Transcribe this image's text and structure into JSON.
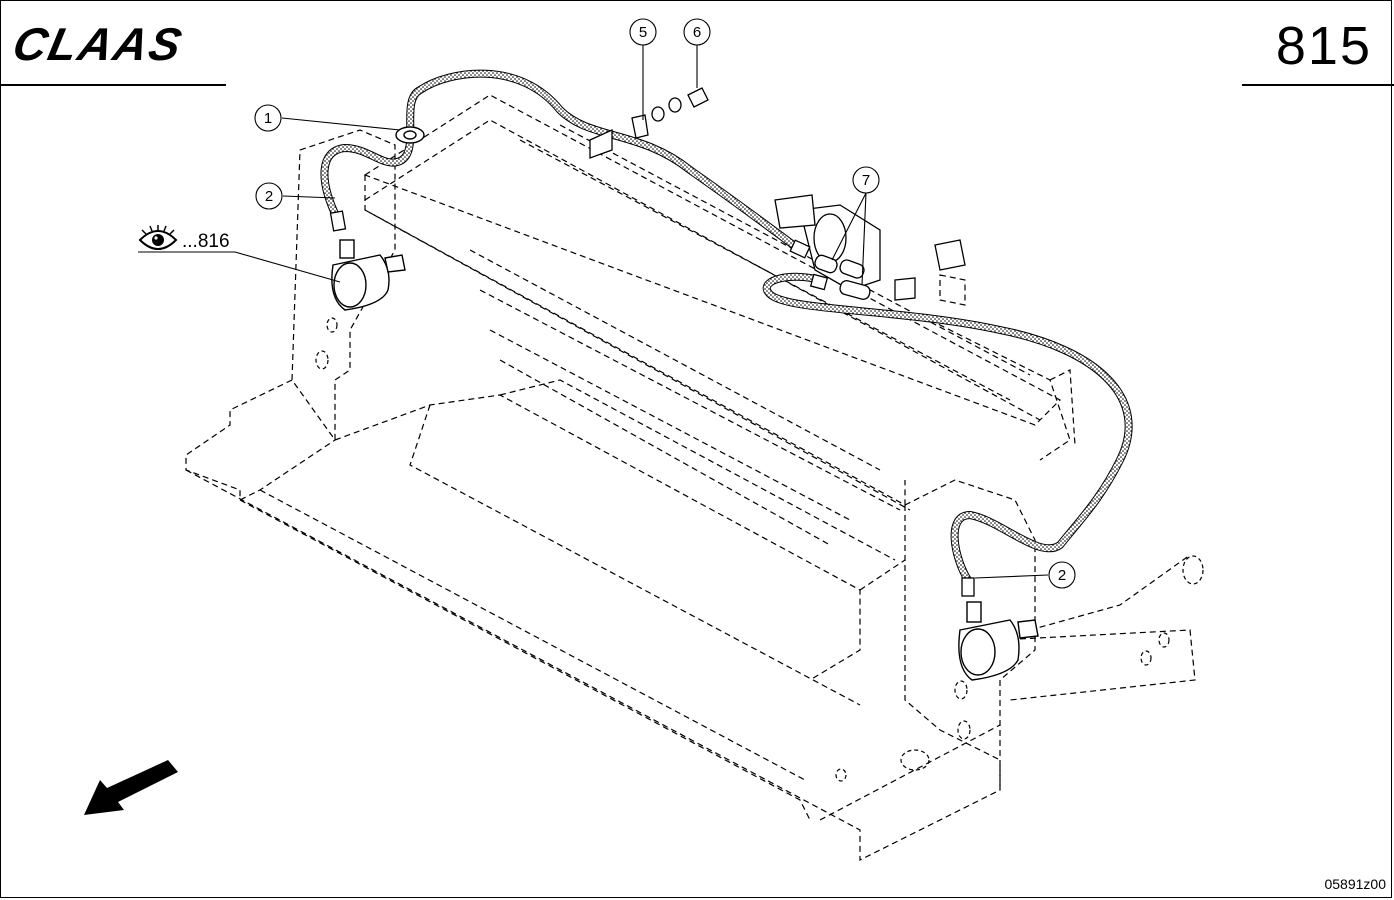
{
  "header": {
    "brand": "CLAAS",
    "page_number": "815"
  },
  "reference": {
    "label": "...816",
    "icon": "eye-icon"
  },
  "callouts": [
    {
      "id": "callout-1",
      "number": "1"
    },
    {
      "id": "callout-2a",
      "number": "2"
    },
    {
      "id": "callout-5",
      "number": "5"
    },
    {
      "id": "callout-6",
      "number": "6"
    },
    {
      "id": "callout-7",
      "number": "7"
    },
    {
      "id": "callout-2b",
      "number": "2"
    }
  ],
  "orientation": {
    "icon": "direction-arrow-icon"
  },
  "footer": {
    "drawing_id": "05891z00"
  }
}
